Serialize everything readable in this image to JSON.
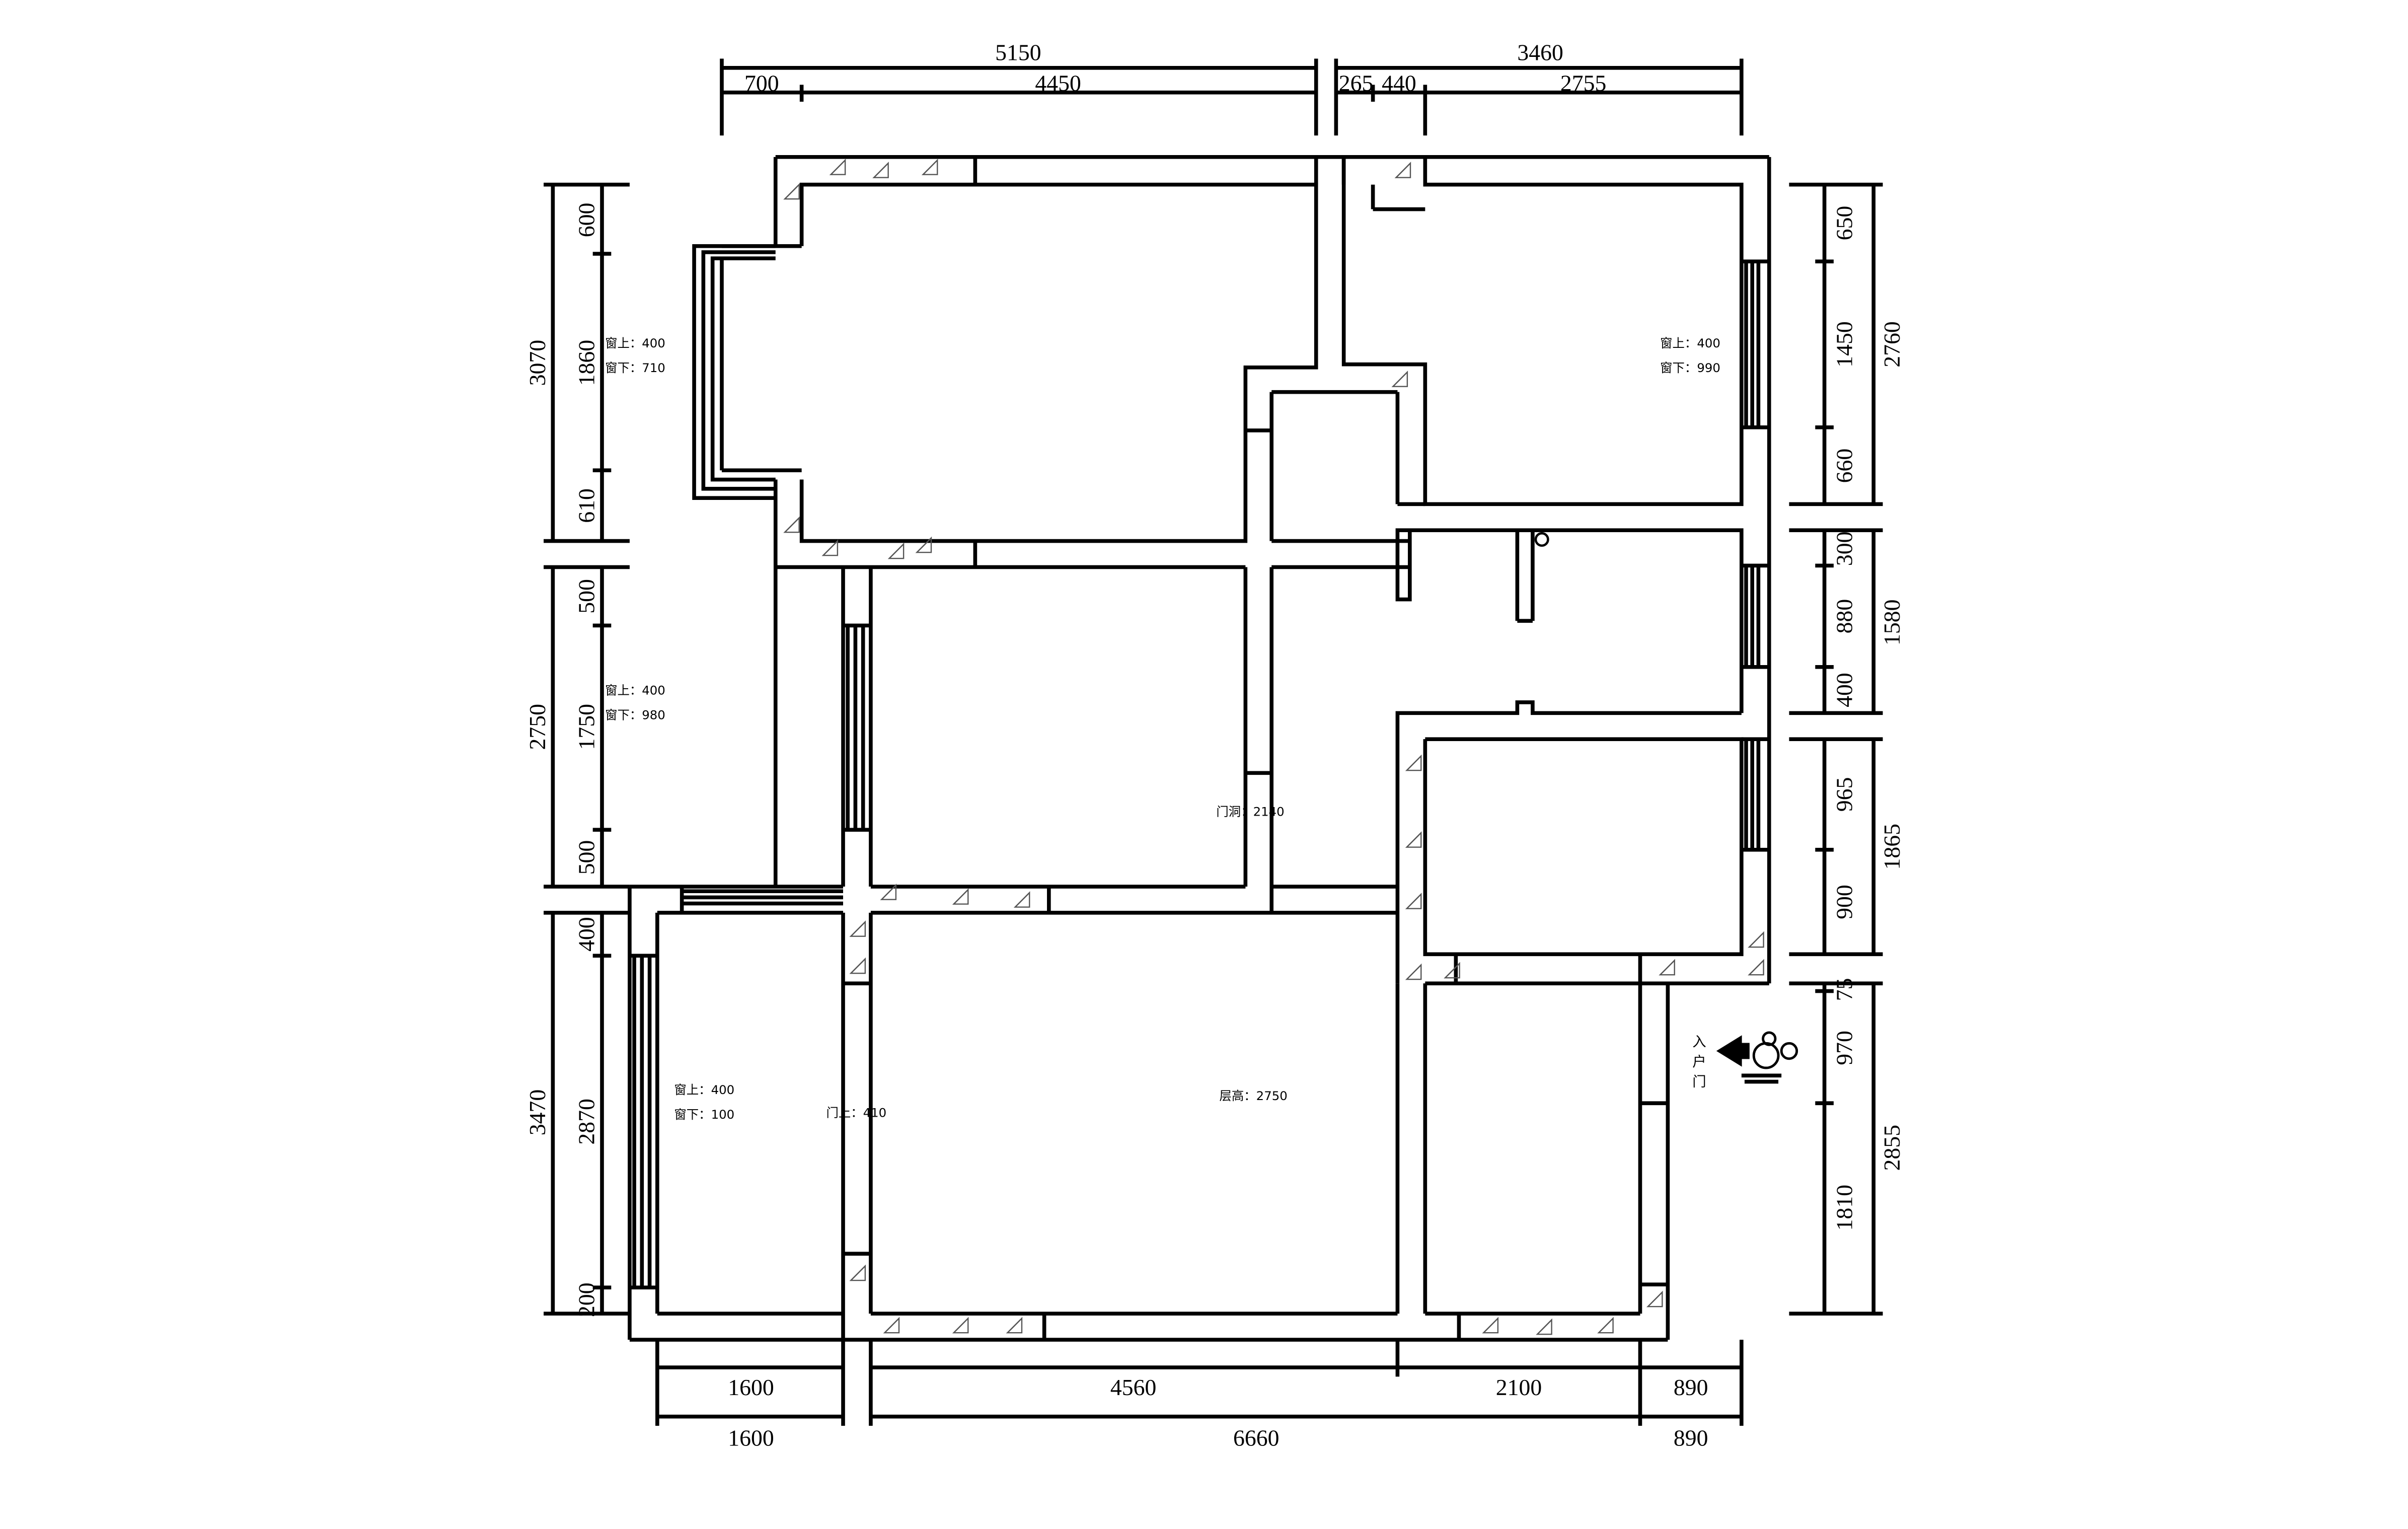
{
  "dimensions": {
    "top_total": [
      "5150",
      "3460"
    ],
    "top_segments": [
      "700",
      "4450",
      "265",
      "440",
      "2755"
    ],
    "left_total": [
      "3070",
      "2750",
      "3470"
    ],
    "left_segments": [
      "600",
      "1860",
      "610",
      "500",
      "1750",
      "500",
      "400",
      "2870",
      "200"
    ],
    "right_segments": [
      "650",
      "1450",
      "660",
      "300",
      "880",
      "400",
      "965",
      "900",
      "75",
      "970",
      "1810"
    ],
    "right_total": [
      "2760",
      "1580",
      "1865",
      "2855"
    ],
    "bottom_segments": [
      "1600",
      "4560",
      "2100",
      "890"
    ],
    "bottom_total": [
      "1600",
      "6660",
      "890"
    ]
  },
  "notes": {
    "bedroom_nw_window": [
      "窗上：400",
      "窗下：710"
    ],
    "bedroom_ne_window": [
      "窗上：400",
      "窗下：990"
    ],
    "balcony_west_window": [
      "窗上：400",
      "窗下：980"
    ],
    "doorway": "门洞：2140",
    "sw_room_window": [
      "窗上：400",
      "窗下：100"
    ],
    "door_head": "门上：410",
    "ceiling_height": "层高：2750",
    "entrance": [
      "入",
      "户",
      "门"
    ]
  },
  "colors": {
    "line": "#000000",
    "background": "#ffffff",
    "hatch": "#777777"
  }
}
